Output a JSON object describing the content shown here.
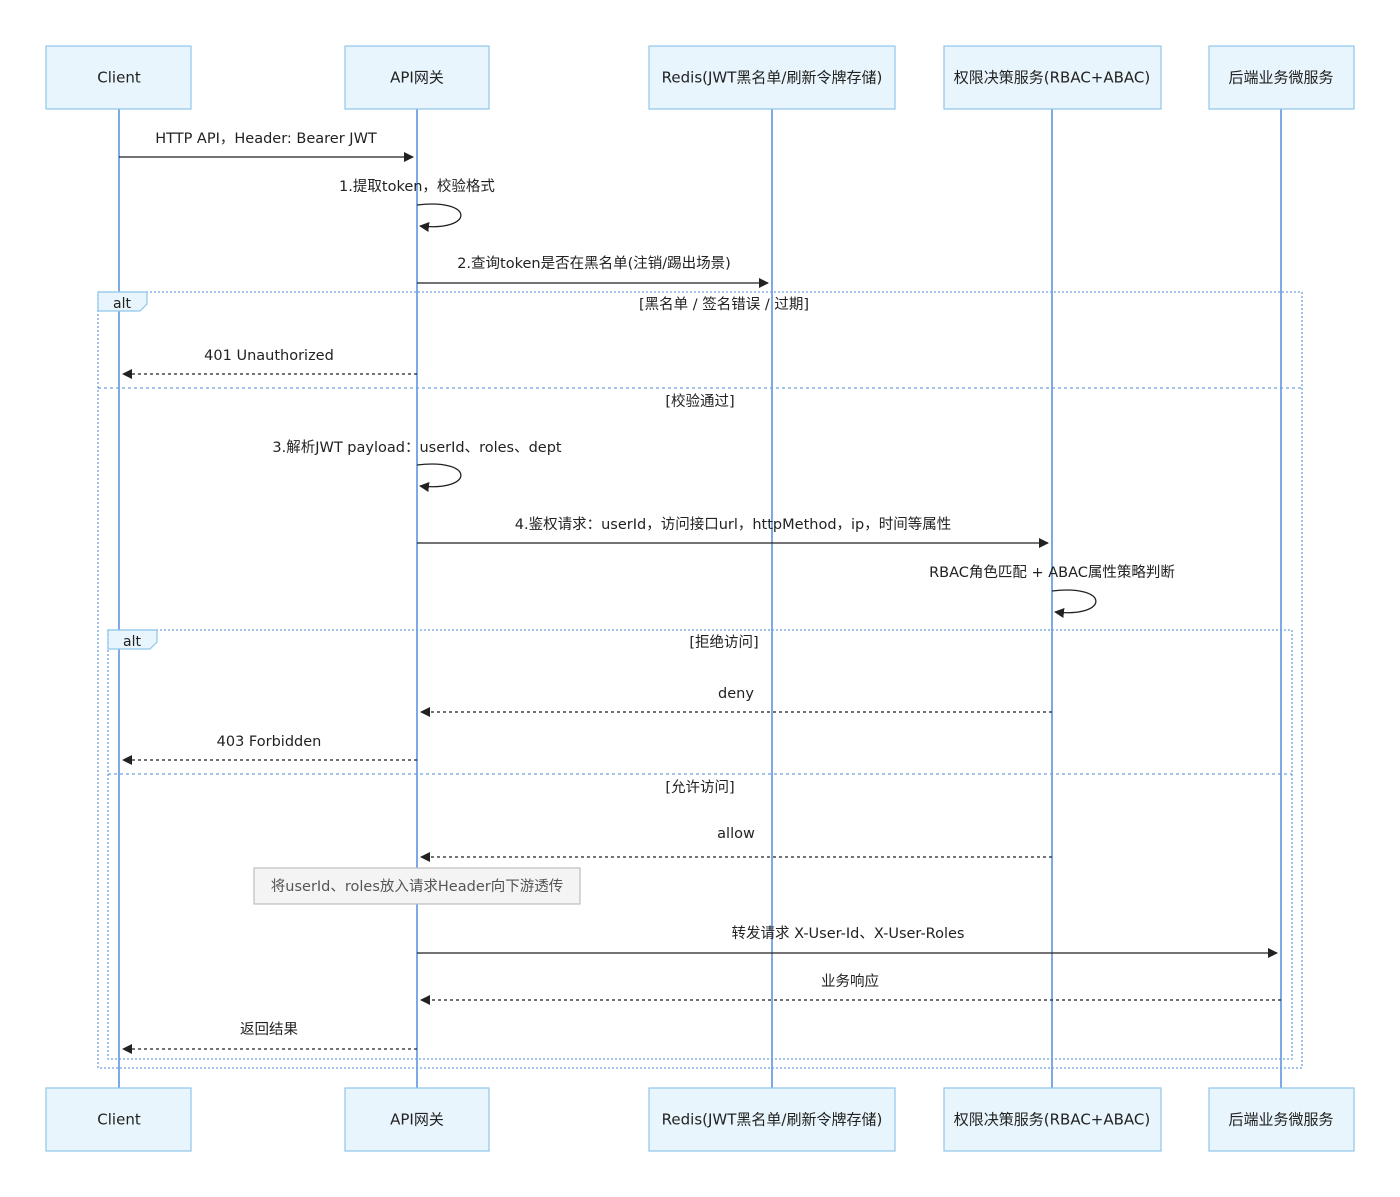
{
  "participants": [
    {
      "id": "client",
      "label": "Client"
    },
    {
      "id": "gateway",
      "label": "API网关"
    },
    {
      "id": "redis",
      "label": "Redis(JWT黑名单/刷新令牌存储)"
    },
    {
      "id": "authz",
      "label": "权限决策服务(RBAC+ABAC)"
    },
    {
      "id": "backend",
      "label": "后端业务微服务"
    }
  ],
  "messages": [
    {
      "id": "m1",
      "text": "HTTP API，Header: Bearer JWT",
      "from": "client",
      "to": "gateway",
      "style": "solid"
    },
    {
      "id": "m2",
      "text": "1.提取token，校验格式",
      "from": "gateway",
      "to": "gateway",
      "style": "solid"
    },
    {
      "id": "m3",
      "text": "2.查询token是否在黑名单(注销/踢出场景)",
      "from": "gateway",
      "to": "redis",
      "style": "solid"
    },
    {
      "id": "m4",
      "text": "401 Unauthorized",
      "from": "gateway",
      "to": "client",
      "style": "dashed"
    },
    {
      "id": "m5",
      "text": "3.解析JWT payload：userId、roles、dept",
      "from": "gateway",
      "to": "gateway",
      "style": "solid"
    },
    {
      "id": "m6",
      "text": "4.鉴权请求：userId，访问接口url，httpMethod，ip，时间等属性",
      "from": "gateway",
      "to": "authz",
      "style": "solid"
    },
    {
      "id": "m7",
      "text": "RBAC角色匹配 + ABAC属性策略判断",
      "from": "authz",
      "to": "authz",
      "style": "solid"
    },
    {
      "id": "m8",
      "text": "deny",
      "from": "authz",
      "to": "gateway",
      "style": "dashed"
    },
    {
      "id": "m9",
      "text": "403 Forbidden",
      "from": "gateway",
      "to": "client",
      "style": "dashed"
    },
    {
      "id": "m10",
      "text": "allow",
      "from": "authz",
      "to": "gateway",
      "style": "dashed"
    },
    {
      "id": "m11",
      "text": "转发请求 X-User-Id、X-User-Roles",
      "from": "gateway",
      "to": "backend",
      "style": "solid"
    },
    {
      "id": "m12",
      "text": "业务响应",
      "from": "backend",
      "to": "gateway",
      "style": "dashed"
    },
    {
      "id": "m13",
      "text": "返回结果",
      "from": "gateway",
      "to": "client",
      "style": "dashed"
    }
  ],
  "frames": [
    {
      "id": "outer",
      "label": "alt",
      "conditions": [
        "[黑名单 / 签名错误 / 过期]",
        "[校验通过]"
      ]
    },
    {
      "id": "inner",
      "label": "alt",
      "conditions": [
        "[拒绝访问]",
        "[允许访问]"
      ]
    }
  ],
  "note": {
    "text": "将userId、roles放入请求Header向下游透传"
  },
  "colors": {
    "lifeline": "#7fa8e6",
    "actor_fill": "#e8f5fc",
    "actor_stroke": "#8ec6ea",
    "frame": "#6fa0e0"
  }
}
